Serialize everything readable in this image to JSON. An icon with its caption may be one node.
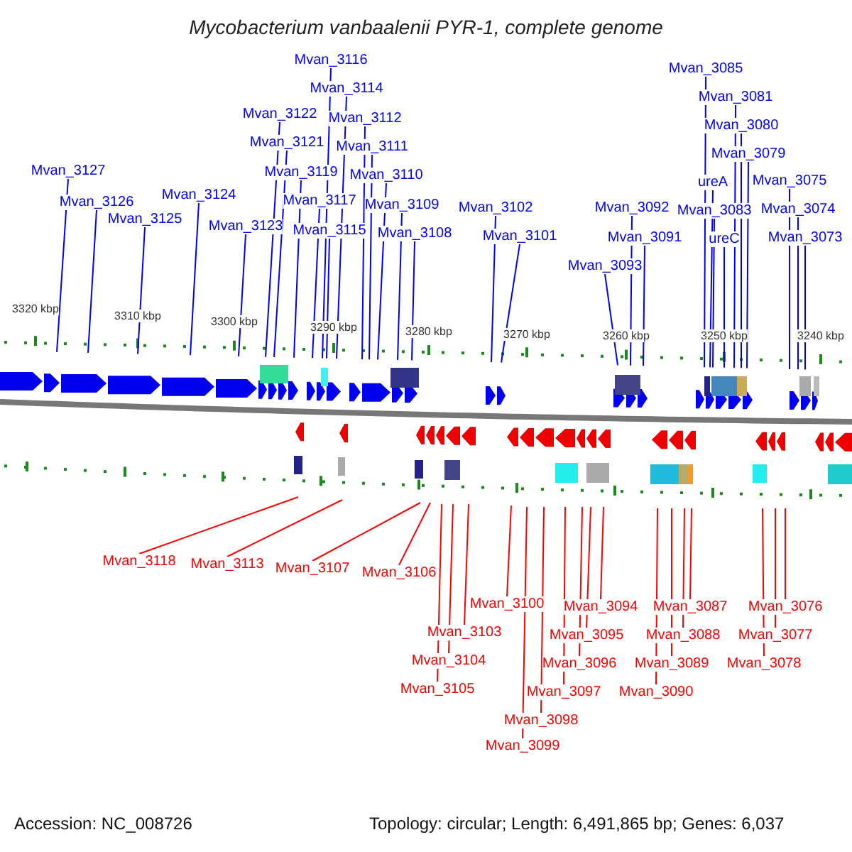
{
  "diagram": {
    "title": "Mycobacterium vanbaalenii PYR-1, complete genome",
    "nodes": [
      {
        "text": [
          "Mvan_3127"
        ]
      },
      {
        "text": [
          "Mvan_3126"
        ]
      },
      {
        "text": [
          "Mvan_3125"
        ]
      },
      {
        "text": [
          "Mvan_3124"
        ]
      },
      {
        "text": [
          "Mvan_3123"
        ]
      },
      {
        "text": [
          "Mvan_3122"
        ]
      },
      {
        "text": [
          "Mvan_3121"
        ]
      },
      {
        "text": [
          "Mvan_3119"
        ]
      },
      {
        "text": [
          "Mvan_3117"
        ]
      },
      {
        "text": [
          "Mvan_3116"
        ]
      },
      {
        "text": [
          "Mvan_3115"
        ]
      },
      {
        "text": [
          "Mvan_3114"
        ]
      },
      {
        "text": [
          "Mvan_3112"
        ]
      },
      {
        "text": [
          "Mvan_3111"
        ]
      },
      {
        "text": [
          "Mvan_3110"
        ]
      },
      {
        "text": [
          "Mvan_3109"
        ]
      },
      {
        "text": [
          "Mvan_3108"
        ]
      },
      {
        "text": [
          "Mvan_3102"
        ]
      },
      {
        "text": [
          "Mvan_3101"
        ]
      },
      {
        "text": [
          "Mvan_3093"
        ]
      },
      {
        "text": [
          "Mvan_3092"
        ]
      },
      {
        "text": [
          "Mvan_3091"
        ]
      },
      {
        "text": [
          "Mvan_3085"
        ]
      },
      {
        "text": [
          "Mvan_3081"
        ]
      },
      {
        "text": [
          "Mvan_3080"
        ]
      },
      {
        "text": [
          "Mvan_3079"
        ]
      },
      {
        "text": [
          "ureA"
        ]
      },
      {
        "text": [
          "Mvan_3083"
        ]
      },
      {
        "text": [
          "ureC"
        ]
      },
      {
        "text": [
          "Mvan_3075"
        ]
      },
      {
        "text": [
          "Mvan_3074"
        ]
      },
      {
        "text": [
          "Mvan_3073"
        ]
      },
      {
        "text": [
          "Mvan_3118"
        ]
      },
      {
        "text": [
          "Mvan_3113"
        ]
      },
      {
        "text": [
          "Mvan_3107"
        ]
      },
      {
        "text": [
          "Mvan_3106"
        ]
      },
      {
        "text": [
          "Mvan_3100"
        ]
      },
      {
        "text": [
          "Mvan_3103"
        ]
      },
      {
        "text": [
          "Mvan_3104"
        ]
      },
      {
        "text": [
          "Mvan_3105"
        ]
      },
      {
        "text": [
          "Mvan_3094"
        ]
      },
      {
        "text": [
          "Mvan_3095"
        ]
      },
      {
        "text": [
          "Mvan_3096"
        ]
      },
      {
        "text": [
          "Mvan_3097"
        ]
      },
      {
        "text": [
          "Mvan_3098"
        ]
      },
      {
        "text": [
          "Mvan_3099"
        ]
      },
      {
        "text": [
          "Mvan_3087"
        ]
      },
      {
        "text": [
          "Mvan_3088"
        ]
      },
      {
        "text": [
          "Mvan_3089"
        ]
      },
      {
        "text": [
          "Mvan_3090"
        ]
      },
      {
        "text": [
          "Mvan_3076"
        ]
      },
      {
        "text": [
          "Mvan_3077"
        ]
      },
      {
        "text": [
          "Mvan_3078"
        ]
      }
    ],
    "edges": [
      {
        "from": 0,
        "to": null,
        "arrow": "none"
      },
      {
        "from": 1,
        "to": null,
        "arrow": "none"
      },
      {
        "from": 2,
        "to": null,
        "arrow": "none"
      },
      {
        "from": 3,
        "to": null,
        "arrow": "none"
      },
      {
        "from": 4,
        "to": null,
        "arrow": "none"
      },
      {
        "from": 5,
        "to": null,
        "arrow": "none"
      },
      {
        "from": 6,
        "to": null,
        "arrow": "none"
      },
      {
        "from": 7,
        "to": null,
        "arrow": "none"
      },
      {
        "from": 8,
        "to": null,
        "arrow": "none"
      },
      {
        "from": 9,
        "to": null,
        "arrow": "none"
      },
      {
        "from": 10,
        "to": null,
        "arrow": "none"
      },
      {
        "from": 11,
        "to": null,
        "arrow": "none"
      },
      {
        "from": 12,
        "to": null,
        "arrow": "none"
      },
      {
        "from": 13,
        "to": null,
        "arrow": "none"
      },
      {
        "from": 14,
        "to": null,
        "arrow": "none"
      },
      {
        "from": 15,
        "to": null,
        "arrow": "none"
      },
      {
        "from": 16,
        "to": null,
        "arrow": "none"
      },
      {
        "from": 17,
        "to": null,
        "arrow": "none"
      },
      {
        "from": 18,
        "to": null,
        "arrow": "none"
      },
      {
        "from": 19,
        "to": null,
        "arrow": "none"
      },
      {
        "from": 20,
        "to": null,
        "arrow": "none"
      },
      {
        "from": 21,
        "to": null,
        "arrow": "none"
      },
      {
        "from": 22,
        "to": null,
        "arrow": "none"
      },
      {
        "from": 23,
        "to": null,
        "arrow": "none"
      },
      {
        "from": 24,
        "to": null,
        "arrow": "none"
      },
      {
        "from": 25,
        "to": null,
        "arrow": "none"
      },
      {
        "from": 26,
        "to": null,
        "arrow": "none"
      },
      {
        "from": 27,
        "to": null,
        "arrow": "none"
      },
      {
        "from": 28,
        "to": null,
        "arrow": "none"
      },
      {
        "from": 29,
        "to": null,
        "arrow": "none"
      },
      {
        "from": 30,
        "to": null,
        "arrow": "none"
      },
      {
        "from": 31,
        "to": null,
        "arrow": "none"
      },
      {
        "from": 32,
        "to": null,
        "arrow": "none",
        "color": "#ff0000"
      },
      {
        "from": 33,
        "to": null,
        "arrow": "none",
        "color": "#ff0000"
      },
      {
        "from": 34,
        "to": null,
        "arrow": "none",
        "color": "#ff0000"
      },
      {
        "from": 35,
        "to": null,
        "arrow": "none",
        "color": "#ff0000"
      },
      {
        "from": 36,
        "to": null,
        "arrow": "none",
        "color": "#ff0000"
      },
      {
        "from": 37,
        "to": null,
        "arrow": "none",
        "color": "#ff0000"
      },
      {
        "from": 38,
        "to": null,
        "arrow": "none",
        "color": "#ff0000"
      },
      {
        "from": 39,
        "to": null,
        "arrow": "none",
        "color": "#ff0000"
      },
      {
        "from": 40,
        "to": null,
        "arrow": "none",
        "color": "#ff0000"
      },
      {
        "from": 41,
        "to": null,
        "arrow": "none",
        "color": "#ff0000"
      },
      {
        "from": 42,
        "to": null,
        "arrow": "none",
        "color": "#ff0000"
      },
      {
        "from": 43,
        "to": null,
        "arrow": "none",
        "color": "#ff0000"
      },
      {
        "from": 44,
        "to": null,
        "arrow": "none",
        "color": "#ff0000"
      },
      {
        "from": 45,
        "to": null,
        "arrow": "none",
        "color": "#ff0000"
      },
      {
        "from": 46,
        "to": null,
        "arrow": "none",
        "color": "#ff0000"
      },
      {
        "from": 47,
        "to": null,
        "arrow": "none",
        "color": "#ff0000"
      },
      {
        "from": 48,
        "to": null,
        "arrow": "none",
        "color": "#ff0000"
      },
      {
        "from": 49,
        "to": null,
        "arrow": "none",
        "color": "#ff0000"
      },
      {
        "from": 50,
        "to": null,
        "arrow": "none",
        "color": "#ff0000"
      },
      {
        "from": 51,
        "to": null,
        "arrow": "none",
        "color": "#ff0000"
      },
      {
        "from": 52,
        "to": null,
        "arrow": "none",
        "color": "#ff0000"
      }
    ],
    "labels": [
      "3320 kbp",
      "3310 kbp",
      "3300 kbp",
      "3290 kbp",
      "3280 kbp",
      "3270 kbp",
      "3260 kbp",
      "3250 kbp",
      "3240 kbp",
      "Accession: NC_008726",
      "Topology: circular; Length: 6,491,865 bp; Genes: 6,037"
    ]
  }
}
